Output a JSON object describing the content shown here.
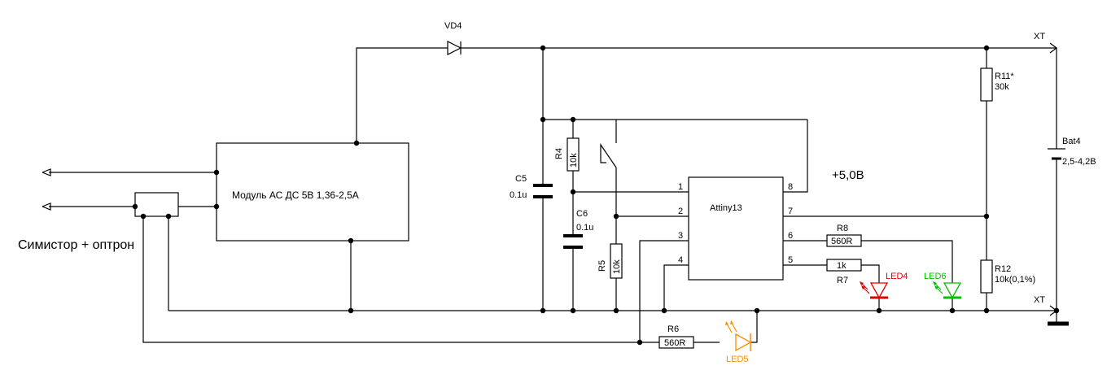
{
  "colors": {
    "wire": "#000000",
    "led_red": "#e00000",
    "led_green": "#00c000",
    "led_orange": "#ff8c00"
  },
  "labels": {
    "vd4": "VD4",
    "xt_top": "XT",
    "xt_bottom": "XT",
    "module": "Модуль АС ДС 5В 1,36-2,5А",
    "simistor": "Симистор + оптрон",
    "c5_name": "C5",
    "c5_value": "0.1u",
    "c6_name": "C6",
    "c6_value": "0.1u",
    "r4_name": "R4",
    "r4_value": "10k",
    "r5_name": "R5",
    "r5_value": "10k",
    "ic_name": "Attiny13",
    "voltage": "+5,0В",
    "r8_name": "R8",
    "r8_value": "560R",
    "r7_name": "R7",
    "r7_value": "1k",
    "led4": "LED4",
    "led6": "LED6",
    "r11_name": "R11*",
    "r11_value": "30k",
    "r12_name": "R12",
    "r12_value": "10k(0,1%)",
    "bat_name": "Bat4",
    "bat_value": "2,5-4,2В",
    "r6_name": "R6",
    "r6_value": "560R",
    "led5": "LED5"
  },
  "pins": {
    "p1": "1",
    "p2": "2",
    "p3": "3",
    "p4": "4",
    "p5": "5",
    "p6": "6",
    "p7": "7",
    "p8": "8"
  }
}
